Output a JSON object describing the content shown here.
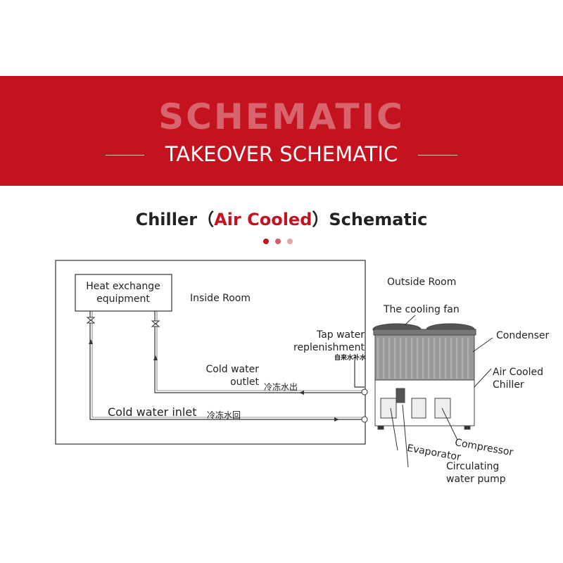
{
  "banner": {
    "watermark": "SCHEMATIC",
    "subtitle": "TAKEOVER SCHEMATIC",
    "background_color": "#c4121f"
  },
  "title": {
    "prefix": "Chiller（",
    "highlight": "Air Cooled",
    "suffix": "）Schematic",
    "accent_color": "#c4121f"
  },
  "indicator_dots": [
    "#c4121f",
    "#d45c66",
    "#e8a3aa"
  ],
  "diagram": {
    "heat_exchange": "Heat exchange equipment",
    "inside_room": "Inside Room",
    "outside_room": "Outside Room",
    "cooling_fan": "The cooling fan",
    "tap_water": "Tap water replenishment",
    "tap_water_cn": "自来水补水",
    "condenser": "Condenser",
    "air_cooled_chiller": "Air Cooled Chiller",
    "cold_water_outlet": "Cold water outlet",
    "cold_water_outlet_cn": "冷冻水出",
    "cold_water_inlet": "Cold water inlet",
    "cold_water_inlet_cn": "冷冻水回",
    "evaporator": "Evaporator",
    "compressor": "Compressor",
    "circulating_pump": "Circulating water pump"
  }
}
